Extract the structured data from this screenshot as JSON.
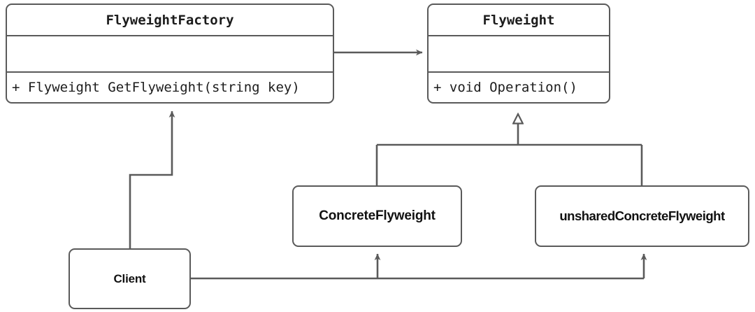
{
  "diagram": {
    "title": "Flyweight pattern UML class diagram",
    "stroke_color": "#5a5a5a",
    "text_color": "#1c1c1c",
    "background_color": "#ffffff"
  },
  "classes": {
    "flyweight_factory": {
      "name": "FlyweightFactory",
      "attributes": "",
      "operations": "+ Flyweight GetFlyweight(string key)"
    },
    "flyweight": {
      "name": "Flyweight",
      "attributes": "",
      "operations": "+ void Operation()"
    },
    "concrete_flyweight": {
      "name": "ConcreteFlyweight"
    },
    "unshared_concrete_flyweight": {
      "name": "unsharedConcreteFlyweight"
    },
    "client": {
      "name": "Client"
    }
  },
  "relationships": [
    {
      "id": "factory-to-flyweight",
      "type": "association",
      "from": "FlyweightFactory",
      "to": "Flyweight",
      "arrowhead": "open-solid"
    },
    {
      "id": "concrete-to-flyweight",
      "type": "generalization",
      "from": "ConcreteFlyweight",
      "to": "Flyweight",
      "arrowhead": "hollow-triangle"
    },
    {
      "id": "unshared-to-flyweight",
      "type": "generalization",
      "from": "unsharedConcreteFlyweight",
      "to": "Flyweight",
      "arrowhead": "hollow-triangle"
    },
    {
      "id": "client-to-factory",
      "type": "association",
      "from": "Client",
      "to": "FlyweightFactory",
      "arrowhead": "solid"
    },
    {
      "id": "client-to-concrete",
      "type": "association",
      "from": "Client",
      "to": "ConcreteFlyweight",
      "arrowhead": "solid"
    },
    {
      "id": "client-to-unshared",
      "type": "association",
      "from": "Client",
      "to": "unsharedConcreteFlyweight",
      "arrowhead": "solid"
    }
  ]
}
